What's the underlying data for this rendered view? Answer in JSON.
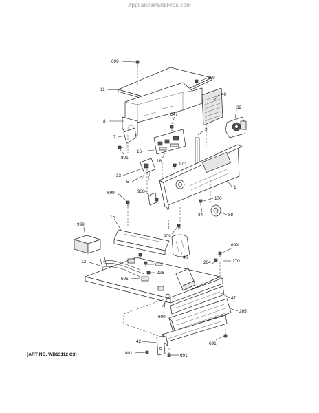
{
  "watermark": "AppliancePartsPros.com",
  "art_number": "(ART NO. WB13112 C3)",
  "callouts": {
    "c699a": "699",
    "c699b": "699",
    "c11": "11",
    "c49": "49",
    "c32": "32",
    "c847": "847",
    "c8": "8",
    "c3": "3",
    "c7": "7",
    "c16": "16",
    "c801a": "801",
    "c18": "18",
    "c170a": "170",
    "c33": "33",
    "c5": "5",
    "c1": "1",
    "c938": "938",
    "c699c": "699",
    "c170b": "170",
    "c34": "34",
    "c88": "88",
    "c999": "999",
    "c15": "15",
    "c909": "909",
    "c46": "46",
    "c699d": "699",
    "c12": "12",
    "c813": "813",
    "c264": "264",
    "c170c": "170",
    "c595": "595",
    "c926": "926",
    "c47": "47",
    "c600": "600",
    "c265": "265",
    "c42": "42",
    "c691a": "691",
    "c801b": "801",
    "c691b": "691"
  }
}
